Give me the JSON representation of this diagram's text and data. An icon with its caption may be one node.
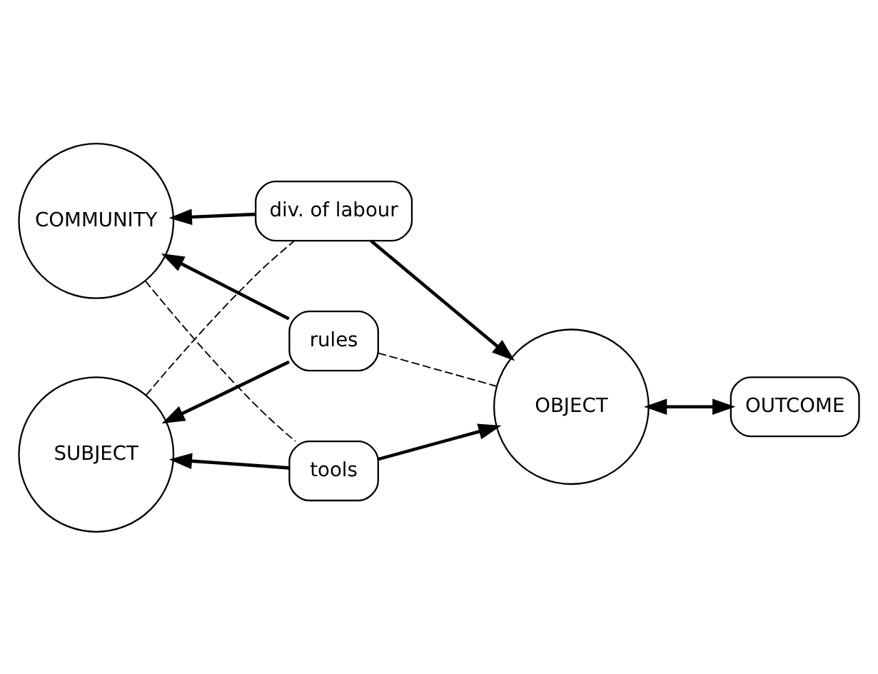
{
  "diagram": {
    "nodes": [
      {
        "text": [
          "SUBJECT"
        ]
      },
      {
        "text": [
          "tools"
        ]
      },
      {
        "text": [
          "rules"
        ]
      },
      {
        "text": [
          "OBJECT"
        ]
      },
      {
        "text": [
          "OUTCOME"
        ]
      },
      {
        "text": [
          "div. of labour"
        ]
      },
      {
        "text": [
          "COMMUNITY"
        ]
      }
    ],
    "edges": [
      {
        "from": 1,
        "to": 0,
        "arrow": "to"
      },
      {
        "from": 1,
        "to": 3,
        "arrow": "to"
      },
      {
        "from": 2,
        "to": 0,
        "arrow": "to"
      },
      {
        "from": 2,
        "to": 6,
        "arrow": "to"
      },
      {
        "from": 5,
        "to": 6,
        "arrow": "to"
      },
      {
        "from": 5,
        "to": 3,
        "arrow": "to"
      },
      {
        "from": 3,
        "to": 4,
        "arrow": "both"
      },
      {
        "from": 0,
        "to": 5,
        "arrow": "none",
        "style": "dashed"
      },
      {
        "from": 6,
        "to": 1,
        "arrow": "none",
        "style": "dashed"
      },
      {
        "from": 2,
        "to": 3,
        "arrow": "none",
        "style": "dashed"
      }
    ]
  }
}
